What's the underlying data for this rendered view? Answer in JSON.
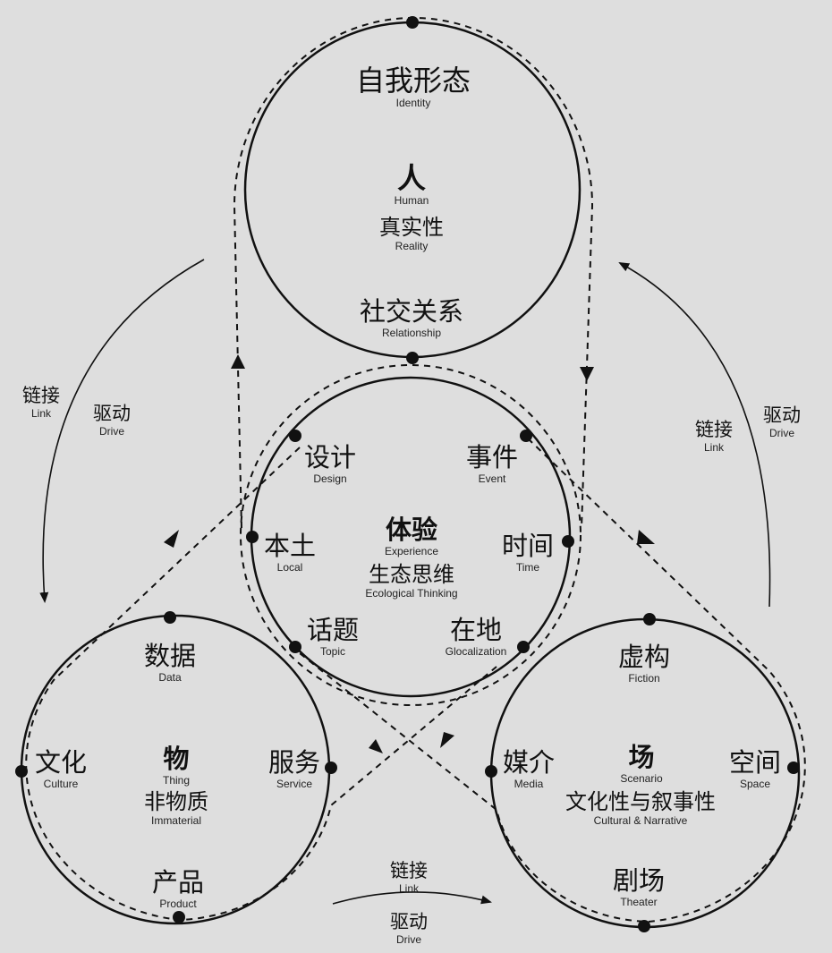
{
  "colors": {
    "background": "#dedede",
    "ink": "#111111"
  },
  "circles": {
    "human": {
      "top": {
        "zh": "自我形态",
        "en": "Identity"
      },
      "center": {
        "zh": "人",
        "en": "Human"
      },
      "center2": {
        "zh": "真实性",
        "en": "Reality"
      },
      "bottom": {
        "zh": "社交关系",
        "en": "Relationship"
      }
    },
    "experience": {
      "center": {
        "zh": "体验",
        "en": "Experience"
      },
      "center2": {
        "zh": "生态思维",
        "en": "Ecological Thinking"
      },
      "design": {
        "zh": "设计",
        "en": "Design"
      },
      "event": {
        "zh": "事件",
        "en": "Event"
      },
      "local": {
        "zh": "本土",
        "en": "Local"
      },
      "time": {
        "zh": "时间",
        "en": "Time"
      },
      "topic": {
        "zh": "话题",
        "en": "Topic"
      },
      "glocal": {
        "zh": "在地",
        "en": "Glocalization"
      }
    },
    "thing": {
      "top": {
        "zh": "数据",
        "en": "Data"
      },
      "left": {
        "zh": "文化",
        "en": "Culture"
      },
      "right": {
        "zh": "服务",
        "en": "Service"
      },
      "center": {
        "zh": "物",
        "en": "Thing"
      },
      "center2": {
        "zh": "非物质",
        "en": "Immaterial"
      },
      "bottom": {
        "zh": "产品",
        "en": "Product"
      }
    },
    "scenario": {
      "top": {
        "zh": "虚构",
        "en": "Fiction"
      },
      "left": {
        "zh": "媒介",
        "en": "Media"
      },
      "right": {
        "zh": "空间",
        "en": "Space"
      },
      "center": {
        "zh": "场",
        "en": "Scenario"
      },
      "center2": {
        "zh": "文化性与叙事性",
        "en": "Cultural & Narrative"
      },
      "bottom": {
        "zh": "剧场",
        "en": "Theater"
      }
    }
  },
  "connectors": {
    "left": {
      "link": {
        "zh": "链接",
        "en": "Link"
      },
      "drive": {
        "zh": "驱动",
        "en": "Drive"
      }
    },
    "right": {
      "link": {
        "zh": "链接",
        "en": "Link"
      },
      "drive": {
        "zh": "驱动",
        "en": "Drive"
      }
    },
    "bottom": {
      "link": {
        "zh": "链接",
        "en": "Link"
      },
      "drive": {
        "zh": "驱动",
        "en": "Drive"
      }
    }
  }
}
